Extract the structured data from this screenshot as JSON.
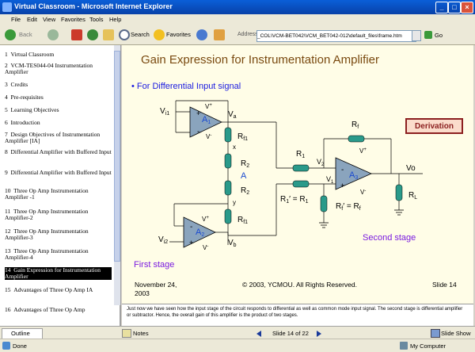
{
  "window": {
    "title": "Virtual Classroom - Microsoft Internet Explorer",
    "min": "_",
    "max": "□",
    "close": "×"
  },
  "menu": [
    "File",
    "Edit",
    "View",
    "Favorites",
    "Tools",
    "Help"
  ],
  "toolbar": {
    "back": "Back",
    "search": "Search",
    "favorites": "Favorites",
    "address_label": "Address",
    "address_value": "_COL\\VCM-BET042\\VCM_BET042-012\\default_files\\frame.htm",
    "go": "Go"
  },
  "sidebar": {
    "items": [
      {
        "num": "1",
        "label": "Virtual Classroom"
      },
      {
        "num": "2",
        "label": "VCM-TES044-04 Instrumentation Amplifier"
      },
      {
        "num": "3",
        "label": "Credits"
      },
      {
        "num": "4",
        "label": "Pre-requisites"
      },
      {
        "num": "5",
        "label": "Learning Objectives"
      },
      {
        "num": "6",
        "label": "Introduction"
      },
      {
        "num": "7",
        "label": "Design Objectives of Instrumentation Amplifier [IA]"
      },
      {
        "num": "8",
        "label": "Differential Amplifier with Buffered Input"
      },
      {
        "num": "9",
        "label": "Differential Amplifier with Buffered Input"
      },
      {
        "num": "10",
        "label": "Three Op Amp Instrumentation Amplifier -1"
      },
      {
        "num": "11",
        "label": "Three Op Amp Instrumentation Amplifier-2"
      },
      {
        "num": "12",
        "label": "Three Op Amp Instrumentation Amplifier-3"
      },
      {
        "num": "13",
        "label": "Three Op Amp Instrumentation Amplifier-4"
      },
      {
        "num": "14",
        "label": "Gain Expression for Instrumentation Amplifier"
      },
      {
        "num": "15",
        "label": "Advantages of Three Op Amp IA"
      },
      {
        "num": "16",
        "label": "Advantages of Three Op Amp"
      }
    ]
  },
  "slide": {
    "title": "Gain Expression for Instrumentation Amplifier",
    "bullet": "• For Differential Input signal",
    "derivation_button": "Derivation",
    "first_stage": "First stage",
    "second_stage": "Second stage",
    "date": "November 24, 2003",
    "copyright": "© 2003, YCMOU. All Rights Reserved.",
    "slide_label": "Slide 14",
    "circuit_labels": {
      "vi1": "V",
      "vi1_sub": "i1",
      "vi2": "V",
      "vi2_sub": "i2",
      "va": "V",
      "va_sub": "a",
      "vb": "V",
      "vb_sub": "b",
      "a1": "A",
      "a1_sub": "1",
      "a2": "A",
      "a2_sub": "2",
      "a3": "A",
      "a3_sub": "3",
      "rf1_top": "R",
      "rf1_top_sub": "f1",
      "rf1_bot": "R",
      "rf1_bot_sub": "f1",
      "r2_top": "R",
      "r2_top_sub": "2",
      "r2_bot": "R",
      "r2_bot_sub": "2",
      "a_node": "A",
      "x": "x",
      "y": "y",
      "r1": "R",
      "r1_sub": "1",
      "r1p": "R",
      "r1p_sub": "1",
      "r1p_eq": "′ = R",
      "r1p_eq_sub": "1",
      "rf": "R",
      "rf_sub": "f",
      "rfp": "R",
      "rfp_sub": "f",
      "rfp_eq": "′ = R",
      "rfp_eq_sub": "f",
      "rl": "R",
      "rl_sub": "L",
      "v1": "V",
      "v1_sub": "1",
      "v2": "V",
      "v2_sub": "2",
      "vo": "Vo",
      "vplus": "V",
      "vplus_sup": "+",
      "vminus": "V",
      "vminus_sup": "-",
      "plus": "+",
      "minus": "-"
    }
  },
  "notes": {
    "text": "Just now we have seen how the input stage of the circuit responds to differential as well as common mode input signal.  The second stage is differential amplifier or subtractor. Hence, the overall gain of this amplifier is the product of two stages."
  },
  "ppt_bar": {
    "outline": "Outline",
    "notes": "Notes",
    "slide_counter": "Slide 14 of 22",
    "slideshow": "Slide Show"
  },
  "status": {
    "left": "Done",
    "right": "My Computer"
  },
  "colors": {
    "titlebar": "#0a5fd8",
    "slide_bg": "#fffde7",
    "title_color": "#7a4a10",
    "bullet_color": "#1a1ae0",
    "stage_color": "#7a1ae0",
    "opamp_fill": "#8aa4bd"
  }
}
